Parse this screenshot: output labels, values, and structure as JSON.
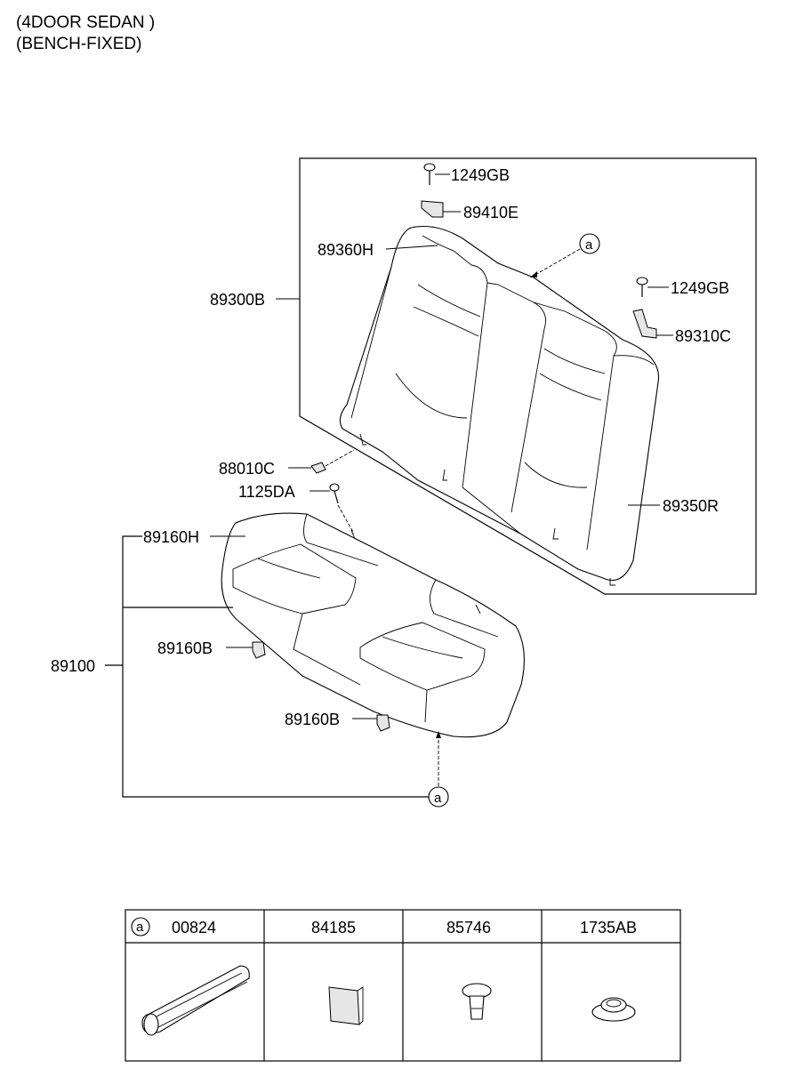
{
  "header": {
    "line1": "(4DOOR SEDAN )",
    "line2": "(BENCH-FIXED)"
  },
  "labels": {
    "bolt_top_1": "1249GB",
    "bracket_top": "89410E",
    "headrest_cover": "89360H",
    "back_assy": "89300B",
    "bolt_top_2": "1249GB",
    "bracket_right": "89310C",
    "back_frame_part": "88010C",
    "screw_1125": "1125DA",
    "cushion_cover": "89160H",
    "cushion_assy": "89100",
    "clip_1": "89160B",
    "clip_2": "89160B",
    "side_bolster": "89350R",
    "ref_a_top": "a",
    "ref_a_bottom": "a"
  },
  "legend_table": {
    "ref": "a",
    "columns": [
      "00824",
      "84185",
      "85746",
      "1735AB"
    ]
  }
}
